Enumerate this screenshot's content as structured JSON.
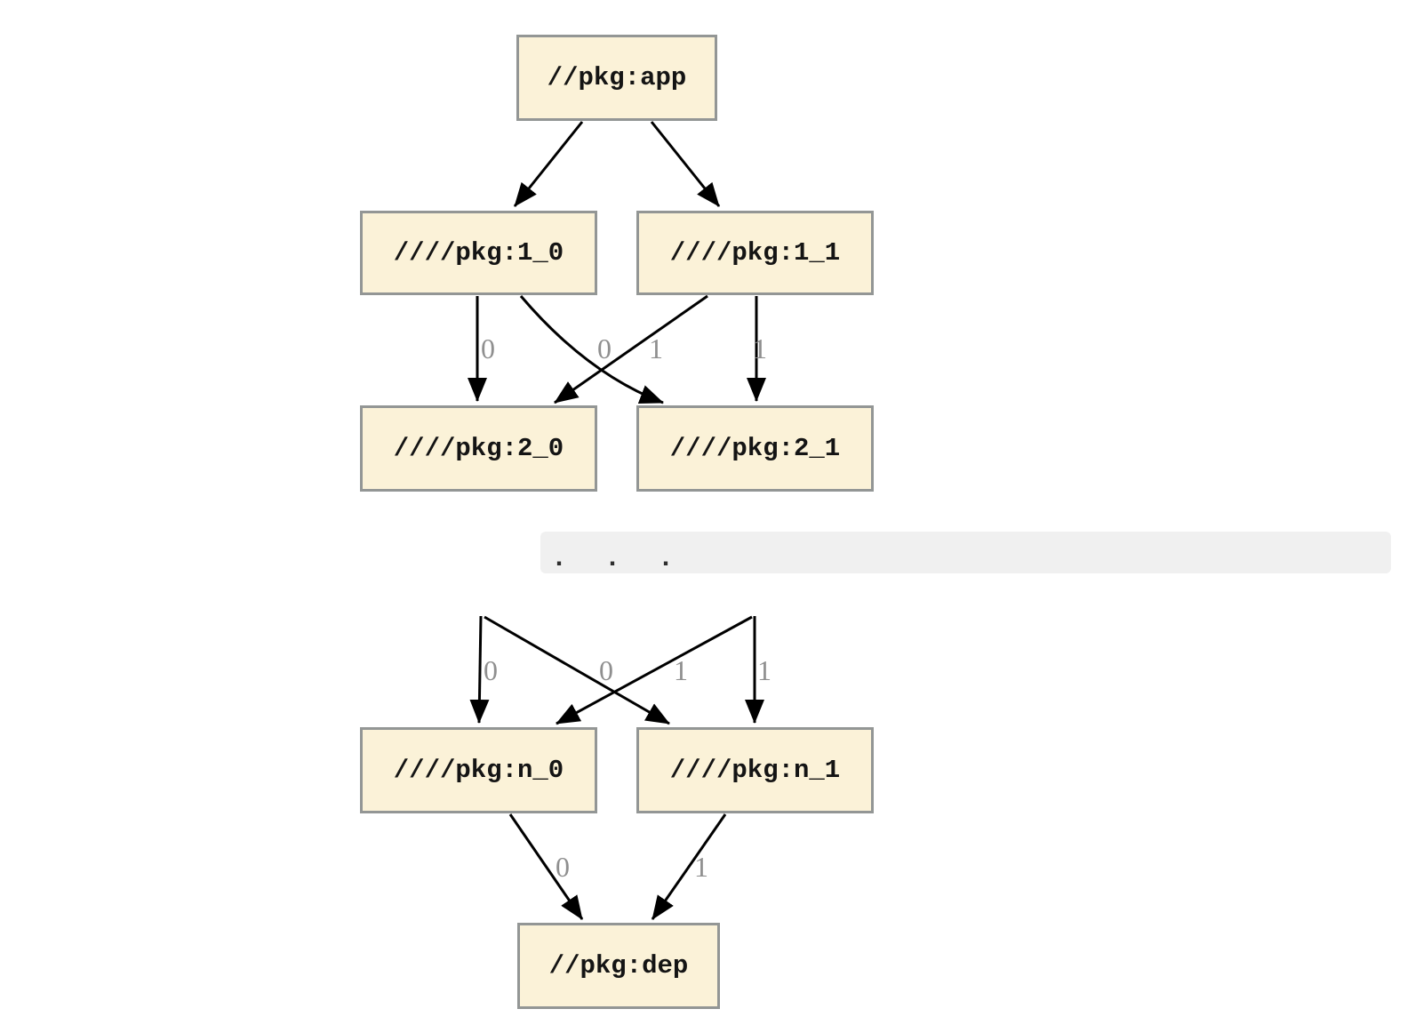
{
  "diagram": {
    "nodes": [
      {
        "id": "app",
        "label": "//pkg:app"
      },
      {
        "id": "1_0",
        "label": "////pkg:1_0"
      },
      {
        "id": "1_1",
        "label": "////pkg:1_1"
      },
      {
        "id": "2_0",
        "label": "////pkg:2_0"
      },
      {
        "id": "2_1",
        "label": "////pkg:2_1"
      },
      {
        "id": "n_0",
        "label": "////pkg:n_0"
      },
      {
        "id": "n_1",
        "label": "////pkg:n_1"
      },
      {
        "id": "dep",
        "label": "//pkg:dep"
      }
    ],
    "edges": [
      {
        "from": "app",
        "to": "1_0",
        "label": ""
      },
      {
        "from": "app",
        "to": "1_1",
        "label": ""
      },
      {
        "from": "1_0",
        "to": "2_0",
        "label": "0"
      },
      {
        "from": "1_1",
        "to": "2_0",
        "label": "0"
      },
      {
        "from": "1_0",
        "to": "2_1",
        "label": "1"
      },
      {
        "from": "1_1",
        "to": "2_1",
        "label": "1"
      },
      {
        "from": "ellipsis",
        "to": "n_0",
        "label": "0"
      },
      {
        "from": "ellipsis",
        "to": "n_0",
        "label": "0"
      },
      {
        "from": "ellipsis",
        "to": "n_1",
        "label": "1"
      },
      {
        "from": "ellipsis",
        "to": "n_1",
        "label": "1"
      },
      {
        "from": "n_0",
        "to": "dep",
        "label": "0"
      },
      {
        "from": "n_1",
        "to": "dep",
        "label": "1"
      }
    ],
    "separator": {
      "text": ". . ."
    },
    "colors": {
      "node_fill": "#FBF2D8",
      "node_border": "#939695",
      "edge": "#000000",
      "edge_label": "#8F8F8F",
      "separator_bg": "#F0F0F0",
      "background": "#FFFFFF"
    }
  }
}
